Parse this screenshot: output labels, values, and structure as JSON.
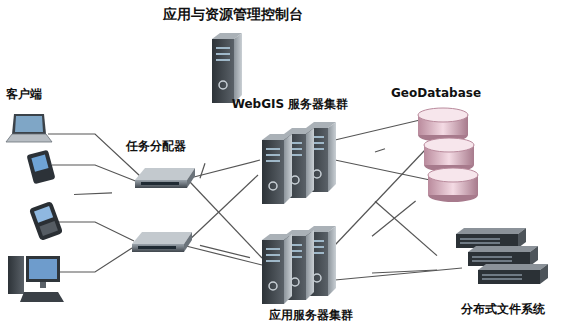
{
  "diagram": {
    "nodes": [
      {
        "text": [
          "应用与资源管理控制台"
        ]
      },
      {
        "text": [
          "客户端"
        ]
      },
      {
        "text": [
          "任务分配器"
        ]
      },
      {
        "text": [
          "WebGIS 服务器集群"
        ]
      },
      {
        "text": [
          "应用服务器集群"
        ]
      },
      {
        "text": [
          "GeoDatabase"
        ]
      },
      {
        "text": [
          "分布式文件系统"
        ]
      }
    ],
    "edges": [
      {
        "from": 1,
        "to": 2,
        "arrow": "none"
      },
      {
        "from": 2,
        "to": 3,
        "arrow": "none"
      },
      {
        "from": 2,
        "to": 4,
        "arrow": "none"
      },
      {
        "from": 3,
        "to": 5,
        "arrow": "none"
      },
      {
        "from": 3,
        "to": 6,
        "arrow": "none"
      },
      {
        "from": 4,
        "to": 5,
        "arrow": "none"
      },
      {
        "from": 4,
        "to": 6,
        "arrow": "none"
      }
    ]
  }
}
